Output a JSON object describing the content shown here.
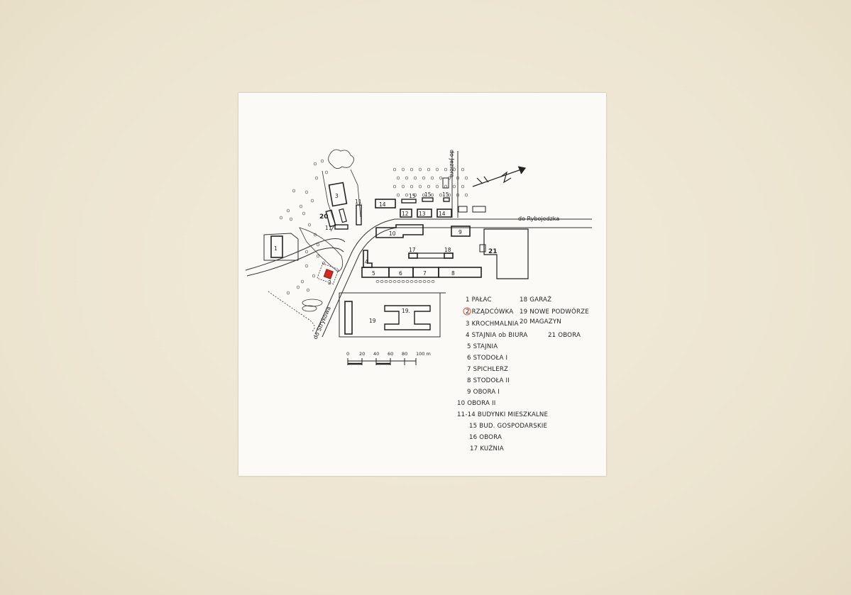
{
  "map": {
    "roads": {
      "north_east": "do Jeziora",
      "east": "do Rybojedzka",
      "south_west": "do Strykowa"
    },
    "scale_bar": {
      "ticks": [
        "0",
        "20",
        "40",
        "60",
        "80",
        "100 m"
      ]
    },
    "building_labels": [
      "1",
      "2",
      "3",
      "4",
      "5",
      "6",
      "7",
      "8",
      "9",
      "10",
      "11",
      "11",
      "12",
      "13",
      "14",
      "14",
      "15",
      "15",
      "15",
      "17",
      "18",
      "19",
      "19.",
      "20",
      "21"
    ],
    "legend": [
      "1 PAŁAC",
      "2 RZĄDCÓWKA",
      "3 KROCHMALNIA",
      "4 STAJNIA ob BIURA",
      "5 STAJNIA",
      "6 STODOŁA  I",
      "7 SPICHLERZ",
      "8 STODOŁA  II",
      "9 OBORA  I",
      "10 OBORA  II",
      "11-14 BUDYNKI MIESZKALNE",
      "15 BUD. GOSPODARSKIE",
      "16 OBORA",
      "17 KUŹNIA",
      "18 GARAŻ",
      "19 NOWE PODWÓRZE",
      "20 MAGAZYN",
      "21 OBORA"
    ],
    "colors": {
      "ink": "#222222",
      "highlight_building": "#d42a1f",
      "highlight_circle": "#e0503a",
      "paper": "#fbfaf6",
      "board": "#efe8d6"
    }
  }
}
